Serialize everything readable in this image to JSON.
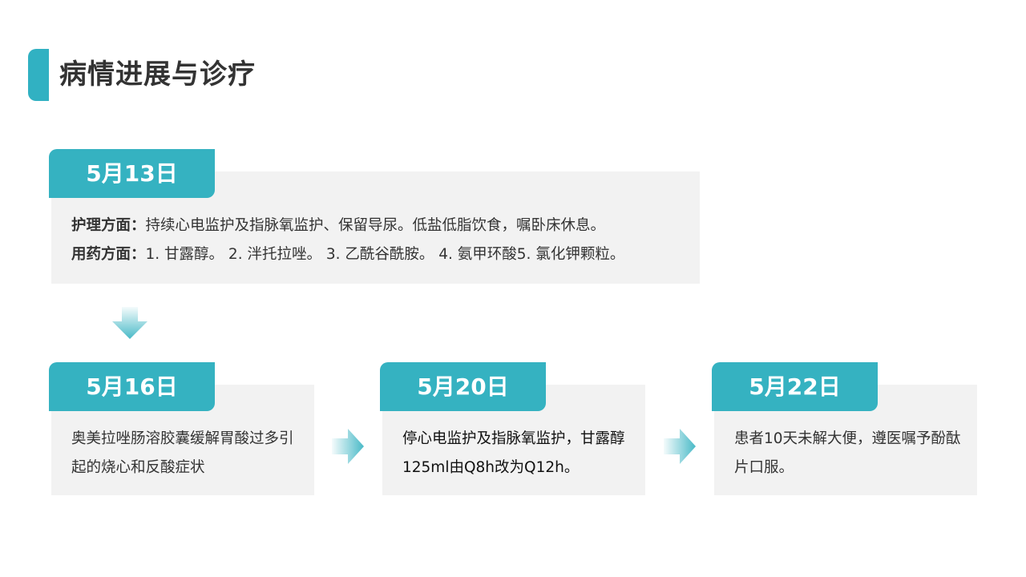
{
  "header": {
    "title": "病情进展与诊疗"
  },
  "cards": {
    "may13": {
      "date": "5月13日",
      "nursing_label": "护理方面：",
      "nursing_text": "持续心电监护及指脉氧监护、保留导尿。低盐低脂饮食，嘱卧床休息。",
      "medication_label": "用药方面：",
      "medication_text": "1. 甘露醇。 2. 泮托拉唑。 3. 乙酰谷酰胺。 4. 氨甲环酸5. 氯化钾颗粒。"
    },
    "may16": {
      "date": "5月16日",
      "text": "奥美拉唑肠溶胶囊缓解胃酸过多引起的烧心和反酸症状"
    },
    "may20": {
      "date": "5月20日",
      "text": "停心电监护及指脉氧监护，甘露醇125ml由Q8h改为Q12h。"
    },
    "may22": {
      "date": "5月22日",
      "text": "患者10天未解大便，遵医嘱予酚酞片口服。"
    }
  },
  "colors": {
    "accent": "#35b2c1",
    "card_bg": "#f2f2f2",
    "text": "#333333"
  },
  "icons": {
    "flow_down": "arrow-down-icon",
    "flow_right": "arrow-right-icon"
  }
}
